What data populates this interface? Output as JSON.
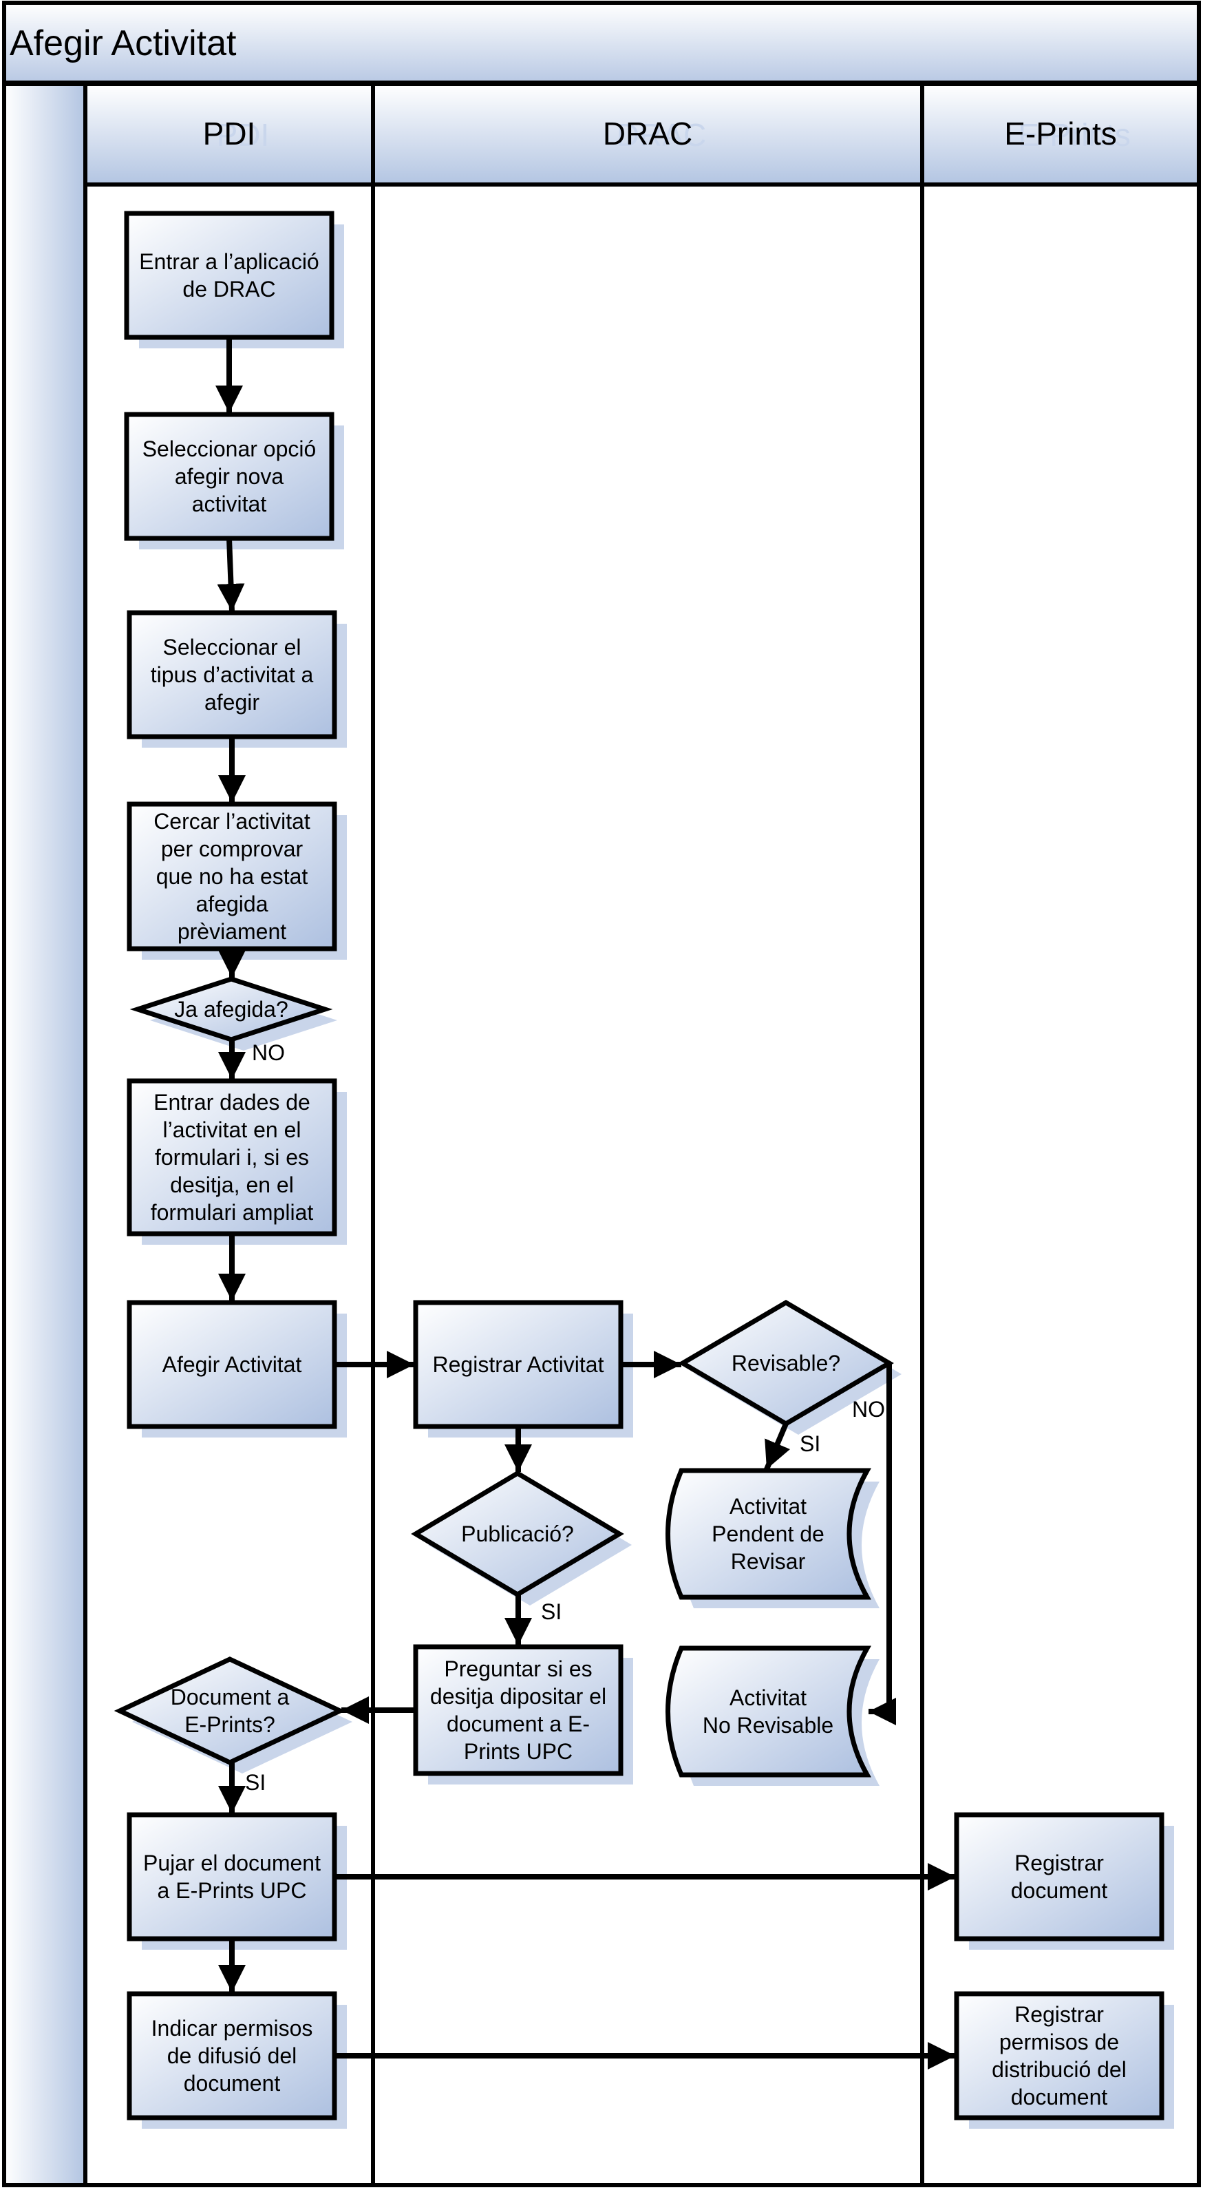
{
  "title": "Afegir Activitat",
  "lanes": [
    "PDI",
    "DRAC",
    "E-Prints"
  ],
  "nodes": {
    "n1": [
      "Entrar a l’aplicació",
      "de DRAC"
    ],
    "n2": [
      "Seleccionar opció",
      "afegir nova",
      "activitat"
    ],
    "n3": [
      "Seleccionar el",
      "tipus d’activitat a",
      "afegir"
    ],
    "n4": [
      "Cercar l’activitat",
      "per comprovar",
      "que no ha estat",
      "afegida",
      "prèviament"
    ],
    "d1": [
      "Ja afegida?"
    ],
    "n5": [
      "Entrar dades de",
      "l’activitat en el",
      "formulari i, si es",
      "desitja, en el",
      "formulari ampliat"
    ],
    "n6": [
      "Afegir Activitat"
    ],
    "n7": [
      "Registrar Activitat"
    ],
    "d2": [
      "Revisable?"
    ],
    "s1": [
      "Activitat",
      "Pendent de",
      "Revisar"
    ],
    "d3": [
      "Publicació?"
    ],
    "n8": [
      "Preguntar si es",
      "desitja dipositar el",
      "document a E-",
      "Prints UPC"
    ],
    "s2": [
      "Activitat",
      "No Revisable"
    ],
    "d4": [
      "Document a",
      "E-Prints?"
    ],
    "n9": [
      "Pujar el document",
      "a E-Prints UPC"
    ],
    "n10": [
      "Indicar permisos",
      "de difusió del",
      "document"
    ],
    "n11": [
      "Registrar",
      "document"
    ],
    "n12": [
      "Registrar",
      "permisos de",
      "distribució del",
      "document"
    ]
  },
  "edge_labels": {
    "no_1": "NO",
    "no_2": "NO",
    "si_1": "SI",
    "si_2": "SI",
    "si_3": "SI"
  }
}
